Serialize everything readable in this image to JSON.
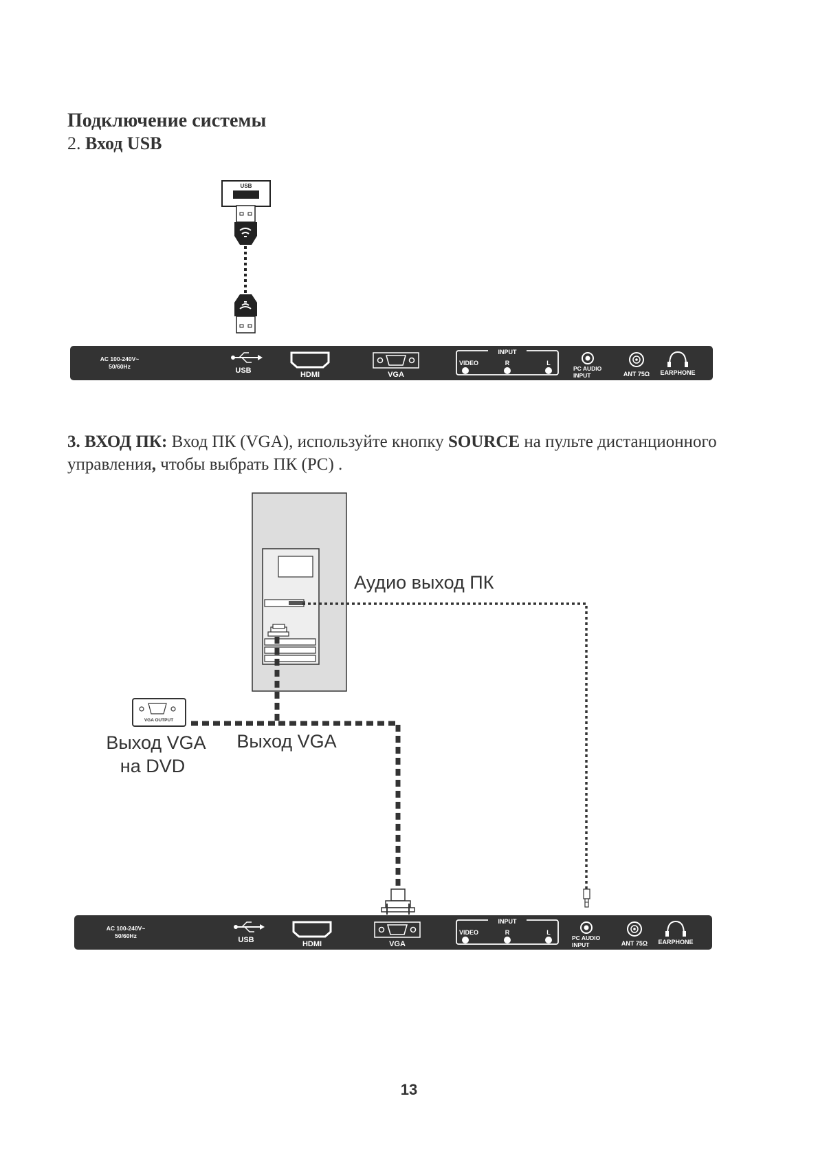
{
  "heading": {
    "title": "Подключение системы",
    "usb_number": "2.",
    "usb_label": "Вход USB"
  },
  "vga_section": {
    "number_label": "3. ВХОД ПК:",
    "text_a": " Вход ПК (VGA), используйте кнопку ",
    "source_word": "SOURCE",
    "text_b": " на пульте дистанционного управления",
    "comma": ",",
    "text_c": " чтобы выбрать ПК (PC) ."
  },
  "usb_port_label": "USB",
  "panel": {
    "power_line1": "AC 100-240V~",
    "power_line2": "50/60Hz",
    "usb": "USB",
    "hdmi": "HDMI",
    "vga": "VGA",
    "input": "INPUT",
    "video": "VIDEO",
    "r": "R",
    "l": "L",
    "pc_audio_line1": "PC AUDIO",
    "pc_audio_line2": "INPUT",
    "ant": "ANT 75Ω",
    "earphone": "EARPHONE"
  },
  "labels": {
    "audio_out": "Аудио выход ПК",
    "vga_out_dvd_line1": "Выход VGA",
    "vga_out_dvd_line2": "на DVD",
    "vga_out": "Выход VGA",
    "vga_output_device": "VGA OUTPUT"
  },
  "page_number": "13"
}
